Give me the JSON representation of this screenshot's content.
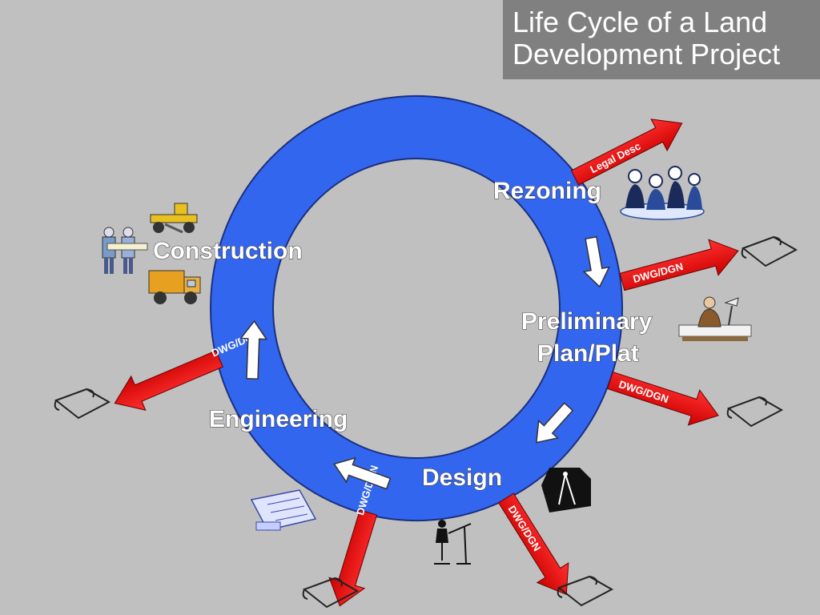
{
  "title": {
    "line1": "Life Cycle of a Land",
    "line2": "Development Project"
  },
  "stages": {
    "rezoning": "Rezoning",
    "preliminary_line1": "Preliminary",
    "preliminary_line2": "Plan/Plat",
    "design": "Design",
    "engineering": "Engineering",
    "construction": "Construction"
  },
  "outputs": {
    "legal_desc": "Legal Desc",
    "dwg_dgn": "DWG/DGN"
  },
  "colors": {
    "background": "#c0c0c0",
    "title_box": "#808080",
    "ring": "#3366ee",
    "output_arrow": "#ee1111",
    "flow_arrow": "#ffffff"
  },
  "icons": [
    "meeting-people-icon",
    "drafter-desk-icon",
    "drafting-stool-icon",
    "compass-icon",
    "blueprint-icon",
    "surveyors-icon",
    "grader-icon",
    "dump-truck-icon",
    "paper-scroll-icon"
  ]
}
